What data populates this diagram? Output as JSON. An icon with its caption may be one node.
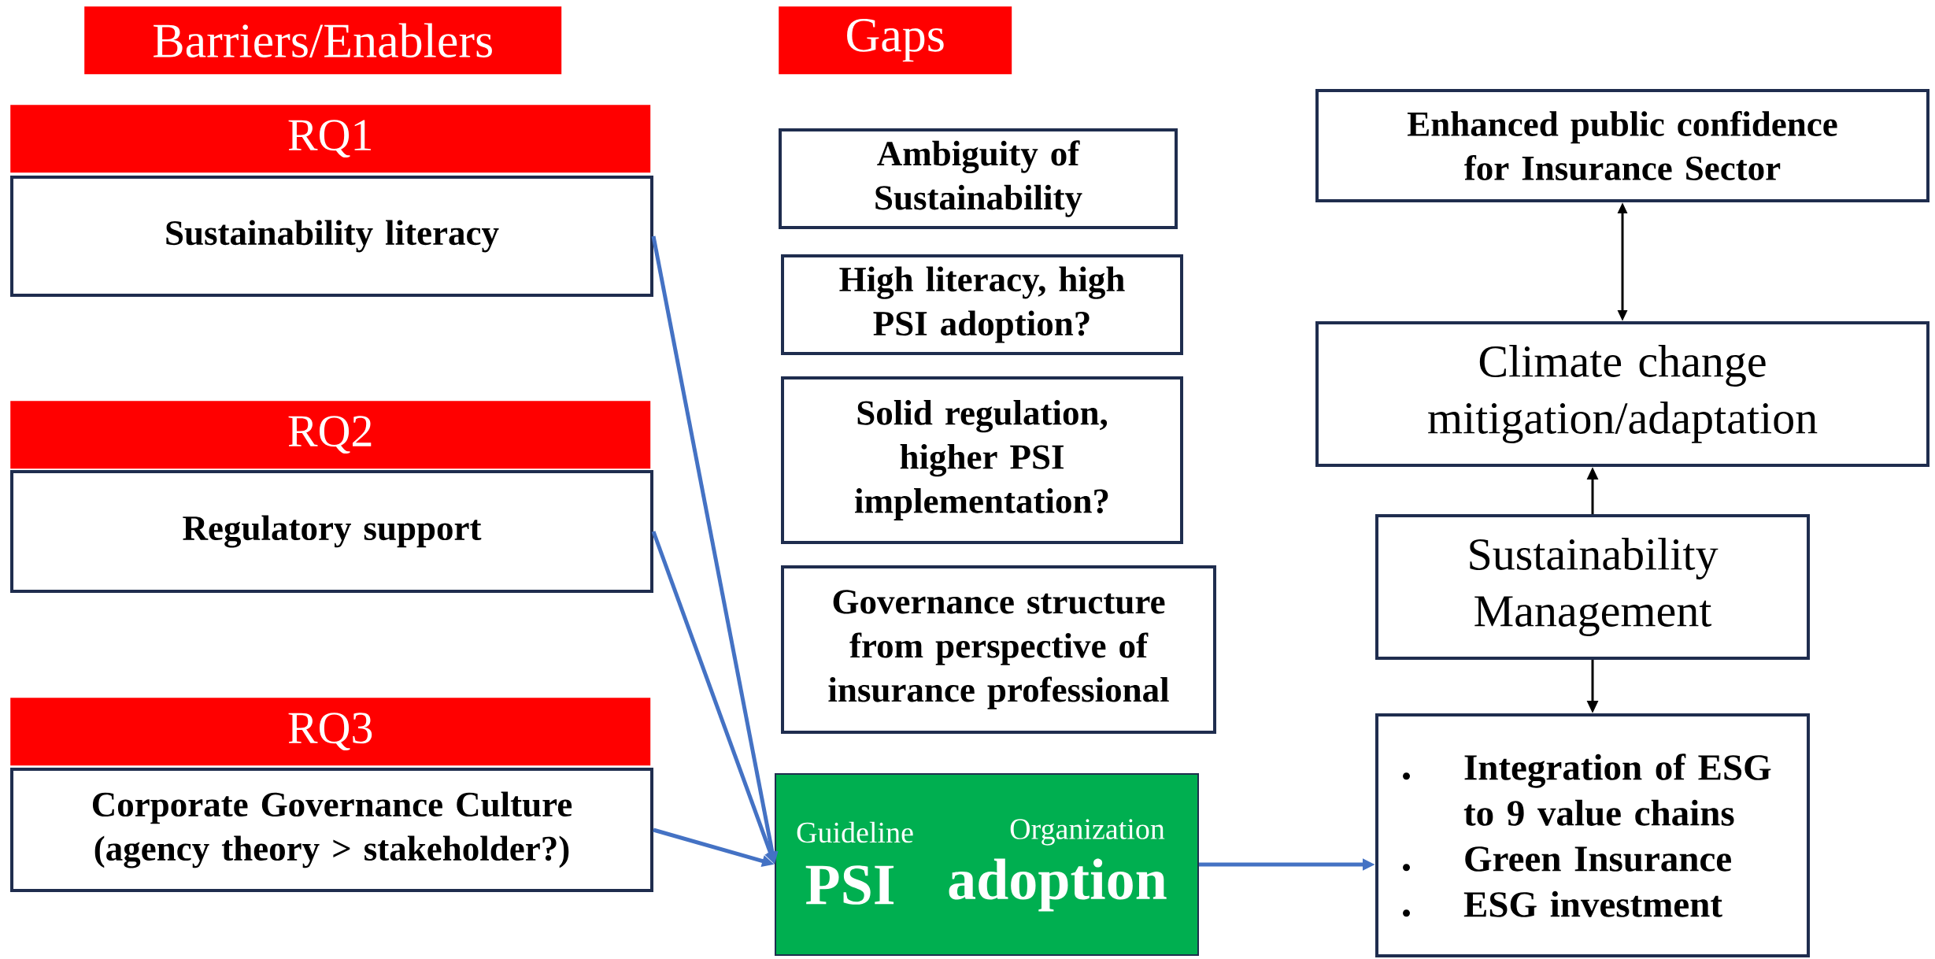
{
  "diagram": {
    "nodes": [
      {
        "text": [
          "Barriers/Enablers"
        ]
      },
      {
        "text": [
          "Gaps"
        ]
      },
      {
        "text": [
          "RQ1"
        ]
      },
      {
        "text": [
          "Sustainability literacy"
        ]
      },
      {
        "text": [
          "RQ2"
        ]
      },
      {
        "text": [
          "Regulatory support"
        ]
      },
      {
        "text": [
          "RQ3"
        ]
      },
      {
        "text": [
          "Corporate Governance Culture (agency theory > stakeholder?)"
        ]
      },
      {
        "text": [
          "Ambiguity of Sustainability"
        ]
      },
      {
        "text": [
          "High literacy, high PSI adoption?"
        ]
      },
      {
        "text": [
          "Solid regulation, higher PSI implementation?"
        ]
      },
      {
        "text": [
          "Governance structure from perspective of insurance professional"
        ]
      },
      {
        "text": [
          "Guideline",
          "Organization",
          "PSI",
          "adoption"
        ]
      },
      {
        "text": [
          "Enhanced public confidence for Insurance Sector"
        ]
      },
      {
        "text": [
          "Climate change mitigation/adaptation"
        ]
      },
      {
        "text": [
          "Sustainability Management"
        ]
      },
      {
        "text": [
          "Integration of ESG to 9 value chains",
          "Green Insurance",
          "ESG investment"
        ]
      }
    ],
    "edges": [
      {
        "from": 3,
        "to": 12,
        "arrow": "to"
      },
      {
        "from": 5,
        "to": 12,
        "arrow": "to"
      },
      {
        "from": 7,
        "to": 12,
        "arrow": "to"
      },
      {
        "from": 12,
        "to": 16,
        "arrow": "to"
      },
      {
        "from": 15,
        "to": 16,
        "arrow": "to",
        "color": "#000000"
      },
      {
        "from": 15,
        "to": 14,
        "arrow": "to",
        "color": "#000000"
      },
      {
        "from": 14,
        "to": 13,
        "arrow": "both",
        "color": "#000000"
      }
    ]
  }
}
